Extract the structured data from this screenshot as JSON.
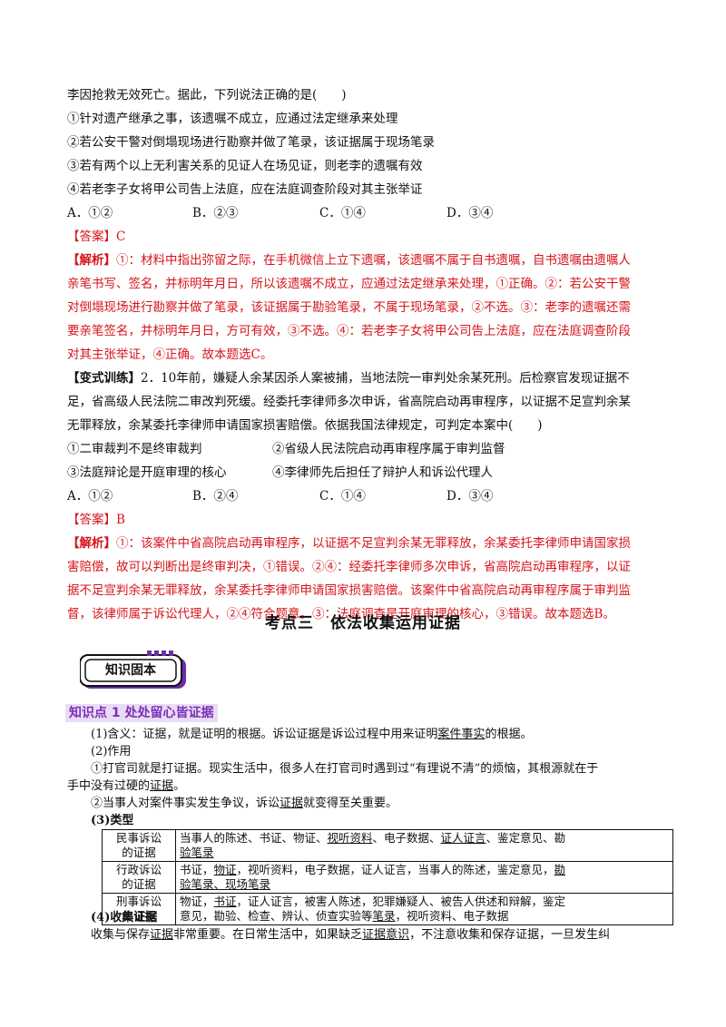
{
  "q1": {
    "stem_tail": "李因抢救无效死亡。据此，下列说法正确的是(　　)",
    "items": [
      "①针对遗产继承之事，该遗嘱不成立，应通过法定继承来处理",
      "②若公安干警对倒塌现场进行勘察并做了笔录，该证据属于现场笔录",
      "③若有两个以上无利害关系的见证人在场见证，则老李的遗嘱有效",
      "④若老李子女将甲公司告上法庭，应在法庭调查阶段对其主张举证"
    ],
    "options": [
      "A．①②",
      "B．②③",
      "C．①④",
      "D．③④"
    ],
    "answer_label": "【答案】",
    "answer": "C",
    "analysis_label": "【解析】",
    "analysis_lines": [
      "①：材料中指出弥留之际，在手机微信上立下遗嘱，该遗嘱不属于自书遗嘱，自书遗嘱由遗嘱人",
      "亲笔书写、签名，并标明年月日，所以该遗嘱不成立，应通过法定继承来处理，①正确。②：若公安干警",
      "对倒塌现场进行勘察并做了笔录，该证据属于勘验笔录，不属于现场笔录，②不选。③：老李的遗嘱还需",
      "要亲笔签名，并标明年月日，方可有效，③不选。④：若老李子女将甲公司告上法庭，应在法庭调查阶段",
      "对其主张举证，④正确。故本题选C。"
    ]
  },
  "q2": {
    "label": "【变式训练】",
    "stem_lines": [
      "2．10年前，嫌疑人余某因杀人案被捕，当地法院一审判处余某死刑。后检察官发现证据不",
      "足，省高级人民法院二审改判死缓。经委托李律师多次申诉，省高院启动再审程序，以证据不足宣判余某",
      "无罪释放，余某委托李律师申请国家损害赔偿。依据我国法律规定，可判定本案中(　　)"
    ],
    "items": [
      "①二审裁判不是终审裁判",
      "②省级人民法院启动再审程序属于审判监督",
      "③法庭辩论是开庭审理的核心",
      "④李律师先后担任了辩护人和诉讼代理人"
    ],
    "options": [
      "A．①②",
      "B．②④",
      "C．①④",
      "D．③④"
    ],
    "answer_label": "【答案】",
    "answer": "B",
    "analysis_label": "【解析】",
    "analysis_lines": [
      "①：该案件中省高院启动再审程序，以证据不足宣判余某无罪释放，余某委托李律师申请国家损",
      "害赔偿，故可以判断出是终审判决，①错误。②④：经委托李律师多次申诉，省高院启动再审程序，以证",
      "据不足宣判余某无罪释放，余某委托李律师申请国家损害赔偿。该案件中省高院启动再审程序属于审判监",
      "督，该律师属于诉讼代理人，②④符合题意。③：法庭调查是开庭审理的核心，③错误。故本题选B。"
    ]
  },
  "section": {
    "title": "考点三　依法收集运用证据",
    "badge": "知识固本"
  },
  "kp1": {
    "title": "知识点 1  处处留心皆证据",
    "meaning_a": "(1)含义：证据，就是证明的根据。诉讼证据是诉讼过程中用来证明",
    "meaning_u": "案件事实",
    "meaning_b": "的根据。",
    "function_title": "(2)作用",
    "f1_a": "①打官司就是打证据。现实生活中，很多人在打官司时遇到过“有理说不清”的烦恼，其根源就在于",
    "f1_b": "手中没有过硬的",
    "f1_u": "证据",
    "f1_c": "。",
    "f2_a": "②当事人对案件事实发生争议，诉讼",
    "f2_u": "证据",
    "f2_b": "就变得至关重要。",
    "types_title": "(3)类型",
    "types": [
      {
        "head1": "民事诉讼",
        "head2": "的证据",
        "l1a": "当事人的陈述、书证、物证、",
        "l1u1": "视听资料",
        "l1b": "、电子数据、",
        "l1u2": "证人证言",
        "l1c": "、鉴定意见、勘",
        "l2u": "验笔录",
        "l2b": ""
      },
      {
        "head1": "行政诉讼",
        "head2": "的证据",
        "l1a": "书证，",
        "l1u1": "物证",
        "l1b": "，视听资料，电子数据，证人证言，当事人的陈述，鉴定意见，",
        "l1u2": "勘",
        "l1c": "",
        "l2u": "验笔录、现场笔录",
        "l2b": ""
      },
      {
        "head1": "刑事诉讼",
        "head2": "的证据",
        "l1a": "物证，",
        "l1u1": "书证",
        "l1b": "，证人证言，被害人陈述，犯罪嫌疑人、被告人供述和辩解，鉴定",
        "l1u2": "",
        "l1c": "",
        "l2a": "意见，勘验、检查、辨认、侦查实验等",
        "l2u": "笔录",
        "l2b": "，视听资料、电子数据"
      }
    ],
    "collect_title": "(4)收集证据",
    "collect_a": "收集与保存",
    "collect_u1": "证据",
    "collect_b": "非常重要。在日常生活中，如果缺乏",
    "collect_u2": "证据意识",
    "collect_c": "，不注意收集和保存证据，一旦发生纠"
  }
}
